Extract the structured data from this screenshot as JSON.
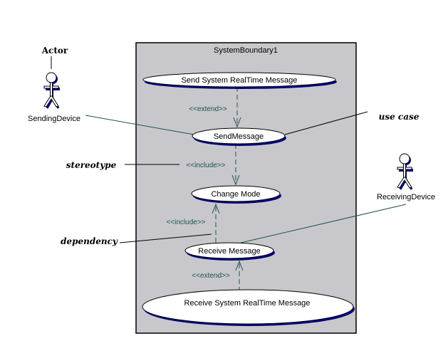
{
  "diagram": {
    "type": "UML use case diagram",
    "colors": {
      "boundary_fill": "#c8c8cc",
      "boundary_border": "#000000",
      "usecase_fill": "#ffffff",
      "usecase_shadow": "#000080",
      "connector": "#1f4f4f",
      "annotation_line": "#000000"
    },
    "boundary": {
      "title": "SystemBoundary1"
    },
    "actors": [
      {
        "id": "sending",
        "name": "SendingDevice"
      },
      {
        "id": "receiving",
        "name": "ReceivingDevice"
      }
    ],
    "use_cases": [
      {
        "id": "send_rt",
        "label": "Send System RealTime Message"
      },
      {
        "id": "send",
        "label": "SendMessage"
      },
      {
        "id": "change",
        "label": "Change Mode"
      },
      {
        "id": "receive",
        "label": "Receive Message"
      },
      {
        "id": "receive_rt",
        "label": "Receive System RealTime Message"
      }
    ],
    "relationships": [
      {
        "from": "send_rt",
        "to": "send",
        "stereotype": "<<extend>>"
      },
      {
        "from": "send",
        "to": "change",
        "stereotype": "<<include>>"
      },
      {
        "from": "receive",
        "to": "change",
        "stereotype": "<<include>>"
      },
      {
        "from": "receive_rt",
        "to": "receive",
        "stereotype": "<<extend>>"
      }
    ],
    "associations": [
      {
        "actor": "sending",
        "use_case": "send"
      },
      {
        "actor": "receiving",
        "use_case": "receive"
      }
    ],
    "annotations": {
      "actor": "Actor",
      "use_case": "use case",
      "stereotype": "stereotype",
      "dependency": "dependency"
    }
  }
}
